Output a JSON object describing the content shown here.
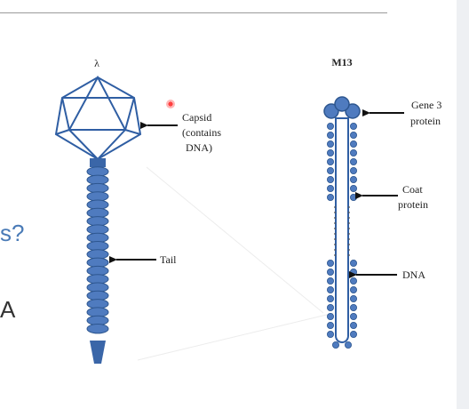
{
  "slide": {
    "fragment_question": "s?",
    "fragment_answer": "A"
  },
  "lambda": {
    "title": "λ",
    "labels": {
      "capsid": [
        "Capsid",
        "(contains",
        "DNA)"
      ],
      "tail": "Tail"
    }
  },
  "m13": {
    "title": "M13",
    "labels": {
      "gene3": [
        "Gene 3",
        "protein"
      ],
      "coat": [
        "Coat",
        "protein"
      ],
      "dna": "DNA"
    }
  },
  "colors": {
    "phage_fill": "#4f7bbf",
    "phage_stroke": "#2d568f",
    "accent_text": "#4a7bb7"
  }
}
